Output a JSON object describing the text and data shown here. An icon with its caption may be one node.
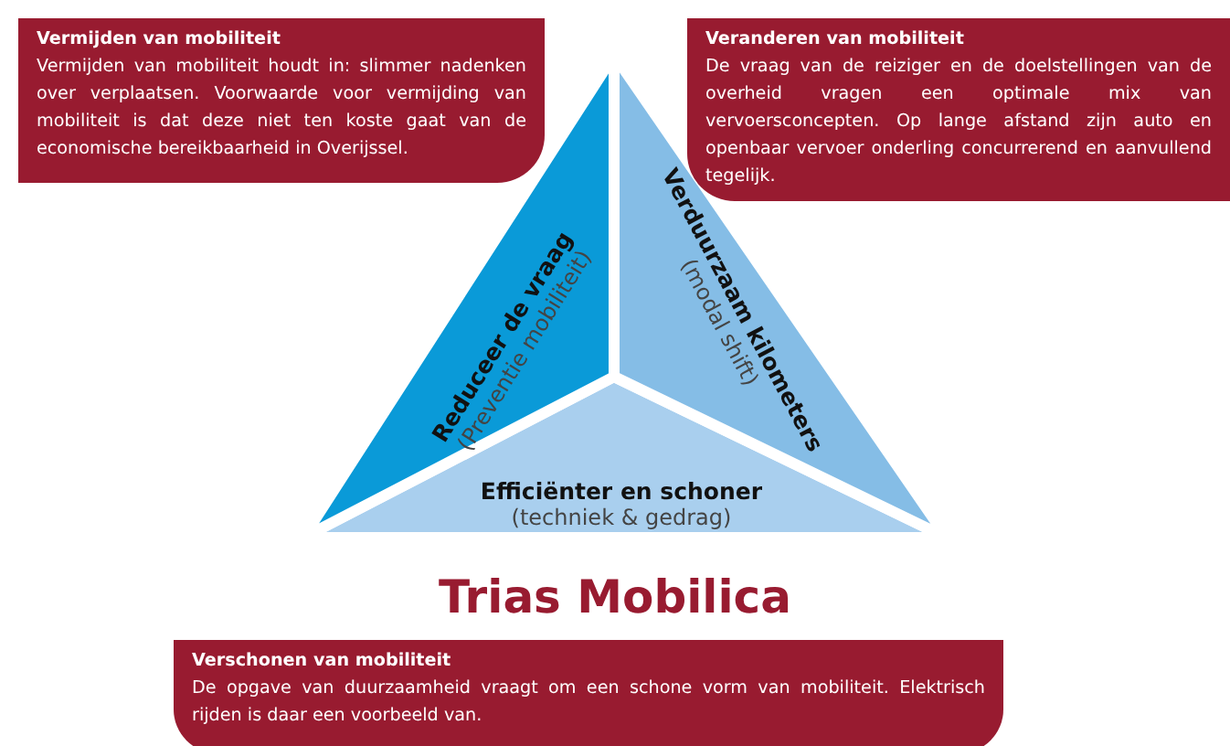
{
  "diagram": {
    "title": "Trias Mobilica",
    "nodes": [
      {
        "text": [
          "Vermijden van mobiliteit",
          "Vermijden van mobiliteit houdt in: slimmer nadenken over verplaatsen. Voorwaarde voor vermijding van mobiliteit is dat deze niet ten koste gaat van de economische bereikbaarheid in Overijssel."
        ]
      },
      {
        "text": [
          "Veranderen van mobiliteit",
          "De vraag van de reiziger en de doelstellingen van de overheid vragen een optimale mix van vervoersconcepten. Op lange afstand zijn auto en openbaar vervoer onderling concurrerend en aanvullend tegelijk."
        ]
      },
      {
        "text": [
          "Reduceer de vraag",
          "(Preventie mobiliteit)"
        ]
      },
      {
        "text": [
          "Verduurzaam kilometers",
          "(modal shift)"
        ]
      },
      {
        "text": [
          "Efficiënter en schoner",
          "(techniek & gedrag)"
        ]
      },
      {
        "text": [
          "Verschonen van mobiliteit",
          "De opgave van duurzaamheid vraagt om een schone vorm van mobiliteit. Elektrisch rijden is daar een voorbeeld van."
        ]
      }
    ]
  }
}
